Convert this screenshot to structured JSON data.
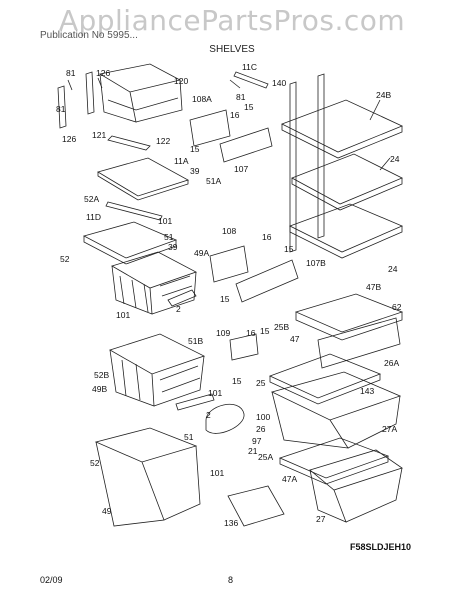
{
  "watermark": "AppliancePartsPros.com",
  "header": {
    "subtitle": "Publication No 5995...",
    "section": "SHELVES"
  },
  "diagram_code": "F58SLDJEH10",
  "footer": {
    "date": "02/09",
    "page": "8"
  },
  "callouts": [
    "81",
    "126",
    "120",
    "11C",
    "140",
    "81",
    "126",
    "121",
    "122",
    "108A",
    "81",
    "15",
    "16",
    "15",
    "107",
    "24B",
    "11A",
    "39",
    "51A",
    "52A",
    "24",
    "11D",
    "101",
    "51",
    "39",
    "108",
    "16",
    "15",
    "49A",
    "52",
    "107B",
    "2",
    "15",
    "24",
    "47B",
    "62",
    "101",
    "51B",
    "109",
    "16",
    "15",
    "25B",
    "47",
    "26A",
    "52B",
    "49B",
    "15",
    "25",
    "143",
    "101",
    "2",
    "100",
    "26",
    "97",
    "21",
    "27A",
    "51",
    "25A",
    "47A",
    "52",
    "101",
    "49",
    "136",
    "27"
  ]
}
